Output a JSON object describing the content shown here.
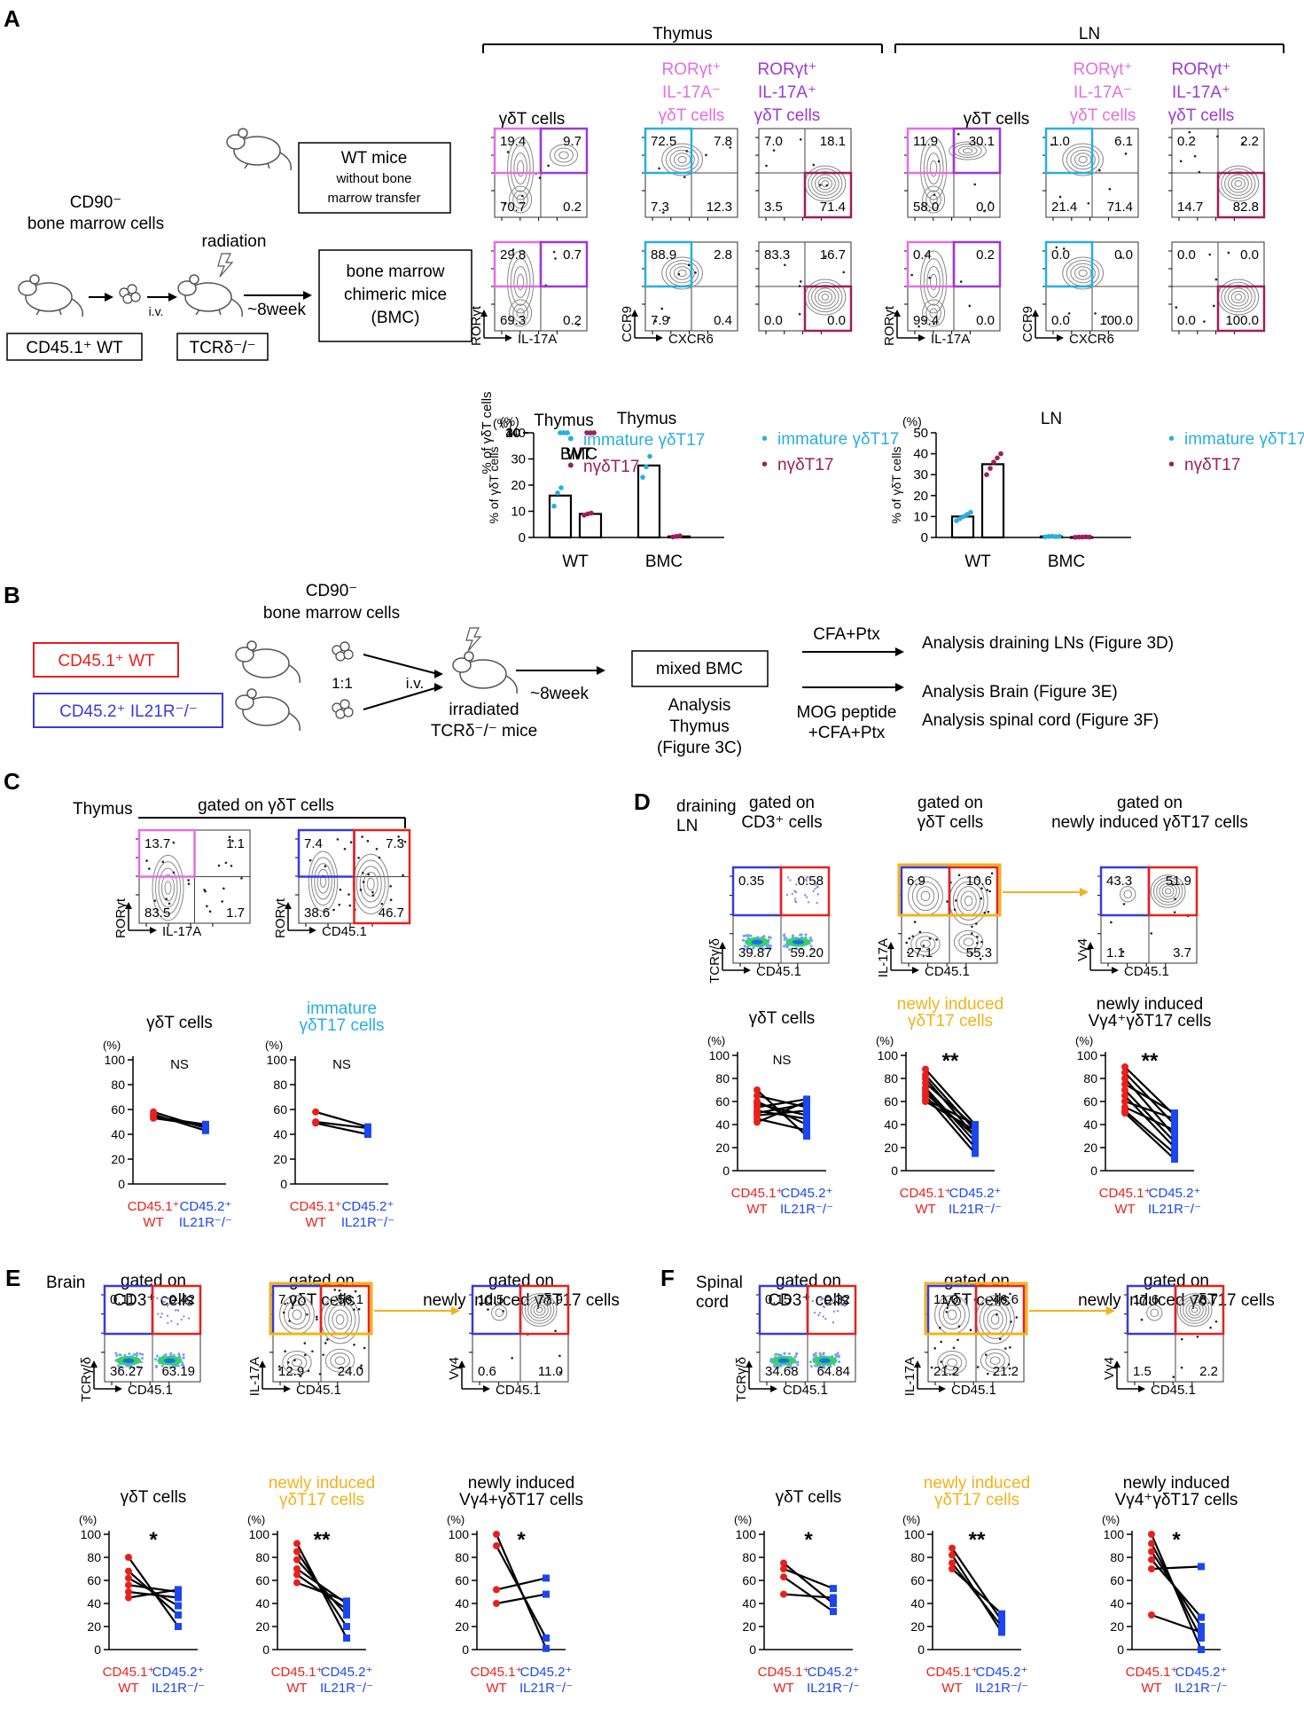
{
  "panels": {
    "A": "A",
    "B": "B",
    "C": "C",
    "D": "D",
    "E": "E",
    "F": "F"
  },
  "A": {
    "title_thymus": "Thymus",
    "title_ln": "LN",
    "schematic": {
      "cd90": "CD90⁻",
      "bm_cells": "bone marrow cells",
      "radiation": "radiation",
      "iv": "i.v.",
      "weeks": "~8week",
      "donor": "CD45.1⁺ WT",
      "recipient": "TCRδ⁻/⁻",
      "wt_box": [
        "WT mice",
        "without bone",
        "marrow transfer"
      ],
      "bmc_box": [
        "bone marrow",
        "chimeric mice",
        "(BMC)"
      ]
    },
    "col_heads": {
      "gdt": "γδT cells",
      "ror_neg": [
        "RORγt⁺",
        "IL-17A⁻",
        "γδT cells"
      ],
      "ror_pos": [
        "RORγt⁺",
        "IL-17A⁺",
        "γδT cells"
      ]
    },
    "axes": {
      "ror": "RORγt",
      "il17": "IL-17A",
      "ccr9": "CCR9",
      "cxcr6": "CXCR6"
    },
    "quad": {
      "thy_wt_g": [
        "19.4",
        "9.7",
        "70.7",
        "0.2"
      ],
      "thy_wt_n": [
        "72.5",
        "7.8",
        "7.3",
        "12.3"
      ],
      "thy_wt_p": [
        "7.0",
        "18.1",
        "3.5",
        "71.4"
      ],
      "thy_bmc_g": [
        "29.8",
        "0.7",
        "69.3",
        "0.2"
      ],
      "thy_bmc_n": [
        "88.9",
        "2.8",
        "7.9",
        "0.4"
      ],
      "thy_bmc_p": [
        "83.3",
        "16.7",
        "0.0",
        "0.0"
      ],
      "ln_wt_g": [
        "11.9",
        "30.1",
        "58.0",
        "0.0"
      ],
      "ln_wt_n": [
        "1.0",
        "6.1",
        "21.4",
        "71.4"
      ],
      "ln_wt_p": [
        "0.2",
        "2.2",
        "14.7",
        "82.8"
      ],
      "ln_bmc_g": [
        "0.4",
        "0.2",
        "99.4",
        "0.0"
      ],
      "ln_bmc_n": [
        "0.0",
        "0.0",
        "0.0",
        "100.0"
      ],
      "ln_bmc_p": [
        "0.0",
        "0.0",
        "0.0",
        "100.0"
      ]
    },
    "bar_thymus_title": "Thymus",
    "bar_ln_title": "LN",
    "bar_ylabel": "% of γδT cells",
    "pct": "(%)",
    "bar_legend": [
      "immature γδT17",
      "nγδT17"
    ],
    "bar_groups": [
      "WT",
      "BMC"
    ]
  },
  "B": {
    "red_box": "CD45.1⁺ WT",
    "blue_box": "CD45.2⁺ IL21R⁻/⁻",
    "cd90": "CD90⁻",
    "bm_cells": "bone marrow cells",
    "ratio": "1:1",
    "iv": "i.v.",
    "weeks": "~8week",
    "irradiated": [
      "irradiated",
      "TCRδ⁻/⁻ mice"
    ],
    "mixed_box": "mixed BMC",
    "analysis_thymus": [
      "Analysis",
      "Thymus",
      "(Figure 3C)"
    ],
    "cfa": "CFA+Ptx",
    "mog": [
      "MOG peptide",
      "+CFA+Ptx"
    ],
    "out1": "Analysis draining LNs (Figure 3D)",
    "out2": "Analysis Brain (Figure 3E)",
    "out3": "Analysis spinal cord (Figure 3F)"
  },
  "C": {
    "thymus": "Thymus",
    "gated": "gated on γδT cells",
    "q1": [
      "13.7",
      "1.1",
      "83.5",
      "1.7"
    ],
    "q2": [
      "7.4",
      "7.3",
      "38.6",
      "46.7"
    ],
    "ax_ror": "RORγt",
    "ax_il": "IL-17A",
    "ax_cd": "CD45.1",
    "t1": [
      "γδT cells"
    ],
    "t2": [
      "immature",
      "γδT17 cells"
    ],
    "sig": [
      "NS",
      "NS"
    ]
  },
  "D": {
    "tissue": [
      "draining",
      "LN"
    ],
    "g1": [
      "gated on",
      "CD3⁺ cells"
    ],
    "g2": [
      "gated on",
      "γδT cells"
    ],
    "g3": [
      "gated on",
      "newly induced γδT17 cells"
    ],
    "q1": [
      "0.35",
      "0.58",
      "39.87",
      "59.20"
    ],
    "q2": [
      "6.9",
      "10.6",
      "27.1",
      "55.3"
    ],
    "q3": [
      "43.3",
      "51.9",
      "1.1",
      "3.7"
    ],
    "t1": [
      "γδT cells"
    ],
    "t2": [
      "newly induced",
      "γδT17 cells"
    ],
    "t3": [
      "newly induced",
      "Vγ4⁺γδT17 cells"
    ],
    "sig": [
      "NS",
      "**",
      "**"
    ]
  },
  "E": {
    "tissue": [
      "Brain"
    ],
    "g1": [
      "gated on",
      "CD3⁺ cells"
    ],
    "g2": [
      "gated on",
      "γδT cells"
    ],
    "g3": [
      "gated on",
      "newly induced γδT17 cells"
    ],
    "q1": [
      "0.11",
      "0.42",
      "36.27",
      "63.19"
    ],
    "q2": [
      "7.0",
      "56.1",
      "12.9",
      "24.0"
    ],
    "q3": [
      "10.5",
      "77.9",
      "0.6",
      "11.0"
    ],
    "t1": [
      "γδT cells"
    ],
    "t2": [
      "newly induced",
      "γδT17 cells"
    ],
    "t3": [
      "newly induced",
      "Vγ4+γδT17 cells"
    ],
    "sig": [
      "*",
      "**",
      "*"
    ]
  },
  "F": {
    "tissue": [
      "Spinal",
      "cord"
    ],
    "g1": [
      "gated on",
      "CD3⁺ cells"
    ],
    "g2": [
      "gated on",
      "γδT cells"
    ],
    "g3": [
      "gated on",
      "newly induced γδT17 cells"
    ],
    "q1": [
      "0.15",
      "0.32",
      "34.68",
      "64.84"
    ],
    "q2": [
      "11.0",
      "46.6",
      "21.2",
      "21.2"
    ],
    "q3": [
      "17.6",
      "78.7",
      "1.5",
      "2.2"
    ],
    "t1": [
      "γδT cells"
    ],
    "t2": [
      "newly induced",
      "γδT17 cells"
    ],
    "t3": [
      "newly induced",
      "Vγ4⁺γδT17 cells"
    ],
    "sig": [
      "*",
      "**",
      "*"
    ]
  },
  "flow_axes": {
    "tcr": "TCRγ/δ",
    "il17": "IL-17A",
    "vg4": "Vγ4",
    "cd45": "CD45.1",
    "ror": "RORγt"
  },
  "paired_xlabels": {
    "wt": [
      "CD45.1⁺",
      "WT"
    ],
    "ko": [
      "CD45.2⁺",
      "IL21R⁻/⁻"
    ]
  },
  "pct": "(%)",
  "colors": {
    "red": "#e8201c",
    "blue": "#1b46f2",
    "cyan": "#29aee0",
    "pink": "#e56ee0",
    "purple": "#9a3ad6",
    "maroon": "#9c1f5a",
    "orange": "#f2b21b",
    "blueBox": "#3a3ad8"
  },
  "chart_data": [
    {
      "type": "bar",
      "panel": "A",
      "title": "Thymus",
      "ylabel": "% of γδT cells",
      "ylim": [
        0,
        40
      ],
      "yticks": [
        0,
        10,
        20,
        30,
        40
      ],
      "categories": [
        "WT",
        "BMC"
      ],
      "series": [
        {
          "name": "immature γδT17",
          "values": [
            16,
            27.5
          ],
          "points": [
            [
              12,
              17,
              19
            ],
            [
              23,
              27,
              31
            ]
          ]
        },
        {
          "name": "nγδT17",
          "values": [
            9,
            0.4
          ],
          "points": [
            [
              8.5,
              9,
              9.3
            ],
            [
              0.2,
              0.4,
              0.6
            ]
          ]
        }
      ]
    },
    {
      "type": "bar",
      "panel": "A",
      "title": "LN",
      "ylabel": "% of γδT cells",
      "ylim": [
        0,
        50
      ],
      "yticks": [
        0,
        10,
        20,
        30,
        40,
        50
      ],
      "categories": [
        "WT",
        "BMC"
      ],
      "series": [
        {
          "name": "immature γδT17",
          "values": [
            10,
            0.5
          ],
          "points": [
            [
              8,
              9,
              10,
              11,
              12
            ],
            [
              0.3,
              0.5,
              0.6,
              0.4,
              0.5
            ]
          ]
        },
        {
          "name": "nγδT17",
          "values": [
            35,
            0.2
          ],
          "points": [
            [
              30,
              33,
              36,
              38,
              40
            ],
            [
              0.1,
              0.2,
              0.2,
              0.3,
              0.2
            ]
          ]
        }
      ]
    },
    {
      "type": "scatter",
      "panel": "C",
      "title": "γδT cells",
      "ylim": [
        0,
        100
      ],
      "pairs": [
        [
          58,
          45
        ],
        [
          54,
          48
        ],
        [
          56,
          43
        ],
        [
          53,
          47
        ]
      ]
    },
    {
      "type": "scatter",
      "panel": "C",
      "title": "immature γδT17 cells",
      "ylim": [
        0,
        100
      ],
      "pairs": [
        [
          58,
          46
        ],
        [
          50,
          45
        ],
        [
          49,
          40
        ]
      ]
    },
    {
      "type": "scatter",
      "panel": "D",
      "title": "γδT cells",
      "ylim": [
        0,
        100
      ],
      "pairs": [
        [
          70,
          30
        ],
        [
          65,
          55
        ],
        [
          60,
          40
        ],
        [
          58,
          48
        ],
        [
          55,
          62
        ],
        [
          52,
          45
        ],
        [
          50,
          58
        ],
        [
          48,
          52
        ],
        [
          45,
          35
        ],
        [
          42,
          60
        ]
      ]
    },
    {
      "type": "scatter",
      "panel": "D",
      "title": "newly induced γδT17 cells",
      "ylim": [
        0,
        100
      ],
      "pairs": [
        [
          88,
          40
        ],
        [
          83,
          35
        ],
        [
          80,
          30
        ],
        [
          76,
          38
        ],
        [
          72,
          25
        ],
        [
          70,
          20
        ],
        [
          67,
          30
        ],
        [
          65,
          15
        ],
        [
          62,
          40
        ],
        [
          60,
          35
        ]
      ]
    },
    {
      "type": "scatter",
      "panel": "D",
      "title": "newly induced Vγ4⁺γδT17 cells",
      "ylim": [
        0,
        100
      ],
      "pairs": [
        [
          90,
          48
        ],
        [
          85,
          40
        ],
        [
          80,
          30
        ],
        [
          75,
          50
        ],
        [
          70,
          25
        ],
        [
          65,
          20
        ],
        [
          60,
          45
        ],
        [
          55,
          35
        ],
        [
          52,
          15
        ],
        [
          50,
          10
        ]
      ]
    },
    {
      "type": "scatter",
      "panel": "E",
      "title": "γδT cells",
      "ylim": [
        0,
        100
      ],
      "pairs": [
        [
          80,
          20
        ],
        [
          68,
          30
        ],
        [
          62,
          38
        ],
        [
          56,
          50
        ],
        [
          50,
          45
        ],
        [
          45,
          52
        ]
      ]
    },
    {
      "type": "scatter",
      "panel": "E",
      "title": "newly induced γδT17 cells",
      "ylim": [
        0,
        100
      ],
      "pairs": [
        [
          92,
          10
        ],
        [
          85,
          20
        ],
        [
          78,
          30
        ],
        [
          70,
          40
        ],
        [
          65,
          35
        ],
        [
          58,
          42
        ]
      ]
    },
    {
      "type": "scatter",
      "panel": "E",
      "title": "newly induced Vγ4+γδT17 cells",
      "ylim": [
        0,
        100
      ],
      "pairs": [
        [
          100,
          1
        ],
        [
          90,
          10
        ],
        [
          52,
          62
        ],
        [
          40,
          48
        ]
      ]
    },
    {
      "type": "scatter",
      "panel": "F",
      "title": "γδT cells",
      "ylim": [
        0,
        100
      ],
      "pairs": [
        [
          75,
          40
        ],
        [
          70,
          53
        ],
        [
          63,
          33
        ],
        [
          48,
          45
        ]
      ]
    },
    {
      "type": "scatter",
      "panel": "F",
      "title": "newly induced γδT17 cells",
      "ylim": [
        0,
        100
      ],
      "pairs": [
        [
          88,
          25
        ],
        [
          82,
          15
        ],
        [
          75,
          20
        ],
        [
          70,
          31
        ]
      ]
    },
    {
      "type": "scatter",
      "panel": "F",
      "title": "newly induced Vγ4⁺γδT17 cells",
      "ylim": [
        0,
        100
      ],
      "pairs": [
        [
          100,
          0
        ],
        [
          92,
          10
        ],
        [
          85,
          20
        ],
        [
          78,
          28
        ],
        [
          70,
          72
        ],
        [
          30,
          15
        ]
      ]
    }
  ]
}
